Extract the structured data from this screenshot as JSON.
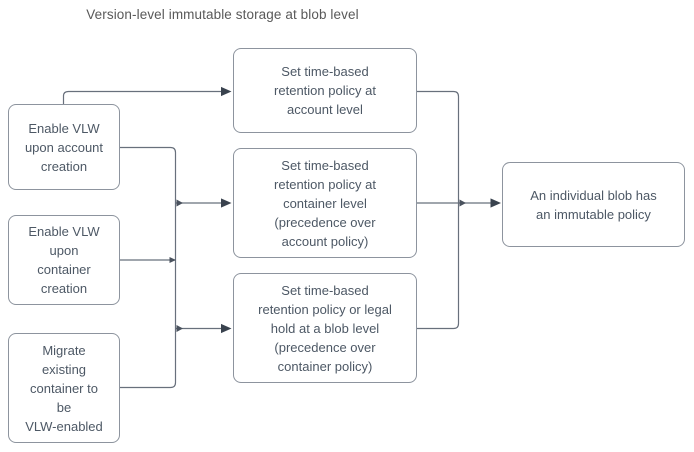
{
  "title": "Version-level immutable storage at blob level",
  "nodes": {
    "enable_vlw_account": {
      "label": "Enable VLW\nupon account\ncreation"
    },
    "enable_vlw_container": {
      "label": "Enable VLW\nupon\ncontainer\ncreation"
    },
    "migrate_existing": {
      "label": "Migrate\nexisting\ncontainer to\nbe\nVLW-enabled"
    },
    "retention_account": {
      "label": "Set time-based\nretention policy at\naccount level"
    },
    "retention_container": {
      "label": "Set time-based\nretention policy at\ncontainer level\n(precedence over\naccount policy)"
    },
    "retention_blob": {
      "label": "Set time-based\nretention policy or legal\nhold at a blob level\n(precedence over\ncontainer policy)"
    },
    "blob_immutable": {
      "label": "An individual blob has\nan immutable policy"
    }
  },
  "edges": [
    {
      "sources": [
        "enable_vlw_account"
      ],
      "targets": [
        "retention_account"
      ]
    },
    {
      "sources": [
        "enable_vlw_account",
        "enable_vlw_container",
        "migrate_existing"
      ],
      "targets": [
        "retention_container",
        "retention_blob"
      ]
    },
    {
      "sources": [
        "retention_account",
        "retention_container",
        "retention_blob"
      ],
      "targets": [
        "blob_immutable"
      ]
    }
  ],
  "colors": {
    "background": "#ffffff",
    "node_fill": "#ffffff",
    "node_border": "#8d949e",
    "node_text": "#4d5865",
    "title_text": "#595959",
    "connector_line": "#68707c",
    "arrowhead": "#39424e"
  }
}
